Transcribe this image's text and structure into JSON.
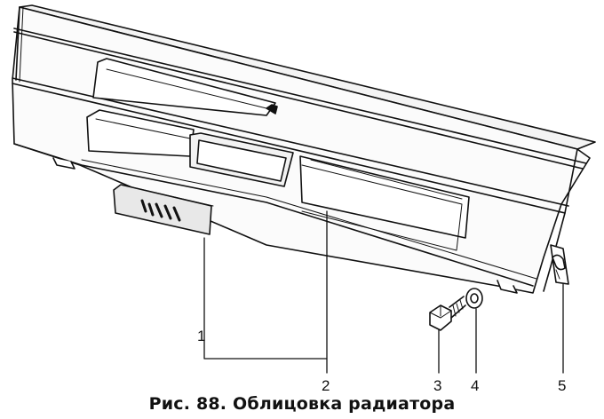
{
  "callouts": [
    {
      "id": "1",
      "label": "1"
    },
    {
      "id": "2",
      "label": "2"
    },
    {
      "id": "3",
      "label": "3"
    },
    {
      "id": "4",
      "label": "4"
    },
    {
      "id": "5",
      "label": "5"
    }
  ],
  "caption": "Рис. 88. Облицовка радиатора",
  "colors": {
    "line": "#111111",
    "fill": "#ffffff",
    "shade": "#d8d8d8"
  }
}
